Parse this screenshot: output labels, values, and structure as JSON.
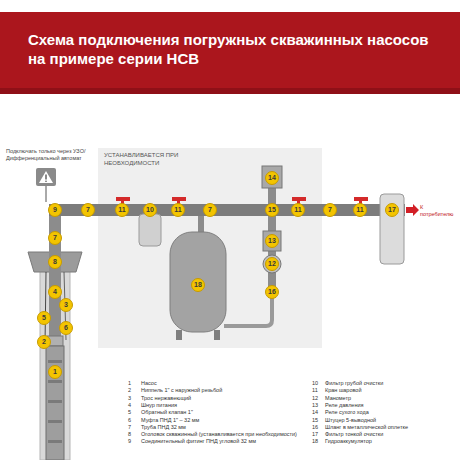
{
  "diagram": {
    "title": "Схема подключения погружных скважинных насосов на примере серии НСВ",
    "nodes": [
      {
        "text": [
          "УСТАНАВЛИВАЕТСЯ ПРИ НЕОБХОДИМОСТИ"
        ]
      }
    ],
    "labels": [
      "Подключать только через УЗО/Дифференциальный автомат",
      "К потребителю",
      "9",
      "7",
      "11",
      "10",
      "11",
      "7",
      "15",
      "14",
      "13",
      "12",
      "16",
      "18",
      "11",
      "7",
      "11",
      "17",
      "7",
      "8",
      "4",
      "3",
      "5",
      "6",
      "2",
      "1",
      "1",
      "Насос",
      "2",
      "Ниппель 1\" с наружной резьбой",
      "3",
      "Трос нержавеющий",
      "4",
      "Шнур питания",
      "5",
      "Обратный клапан 1\"",
      "6",
      "Муфта ПНД 1\" – 32 мм",
      "7",
      "Труба ПНД 32 мм",
      "8",
      "Оголовок скважинный (устанавливается при необходимости)",
      "9",
      "Соединительный фитинг ПНД угловой 32 мм",
      "10",
      "Фильтр грубой очистки",
      "11",
      "Кран шаровой",
      "12",
      "Манометр",
      "13",
      "Реле давления",
      "14",
      "Реле сухого хода",
      "15",
      "Штуцер 5-выводной",
      "16",
      "Шланг в металлической оплетке",
      "17",
      "Фильтр тонкой очистки",
      "18",
      "Гидроаккумулятор"
    ]
  }
}
